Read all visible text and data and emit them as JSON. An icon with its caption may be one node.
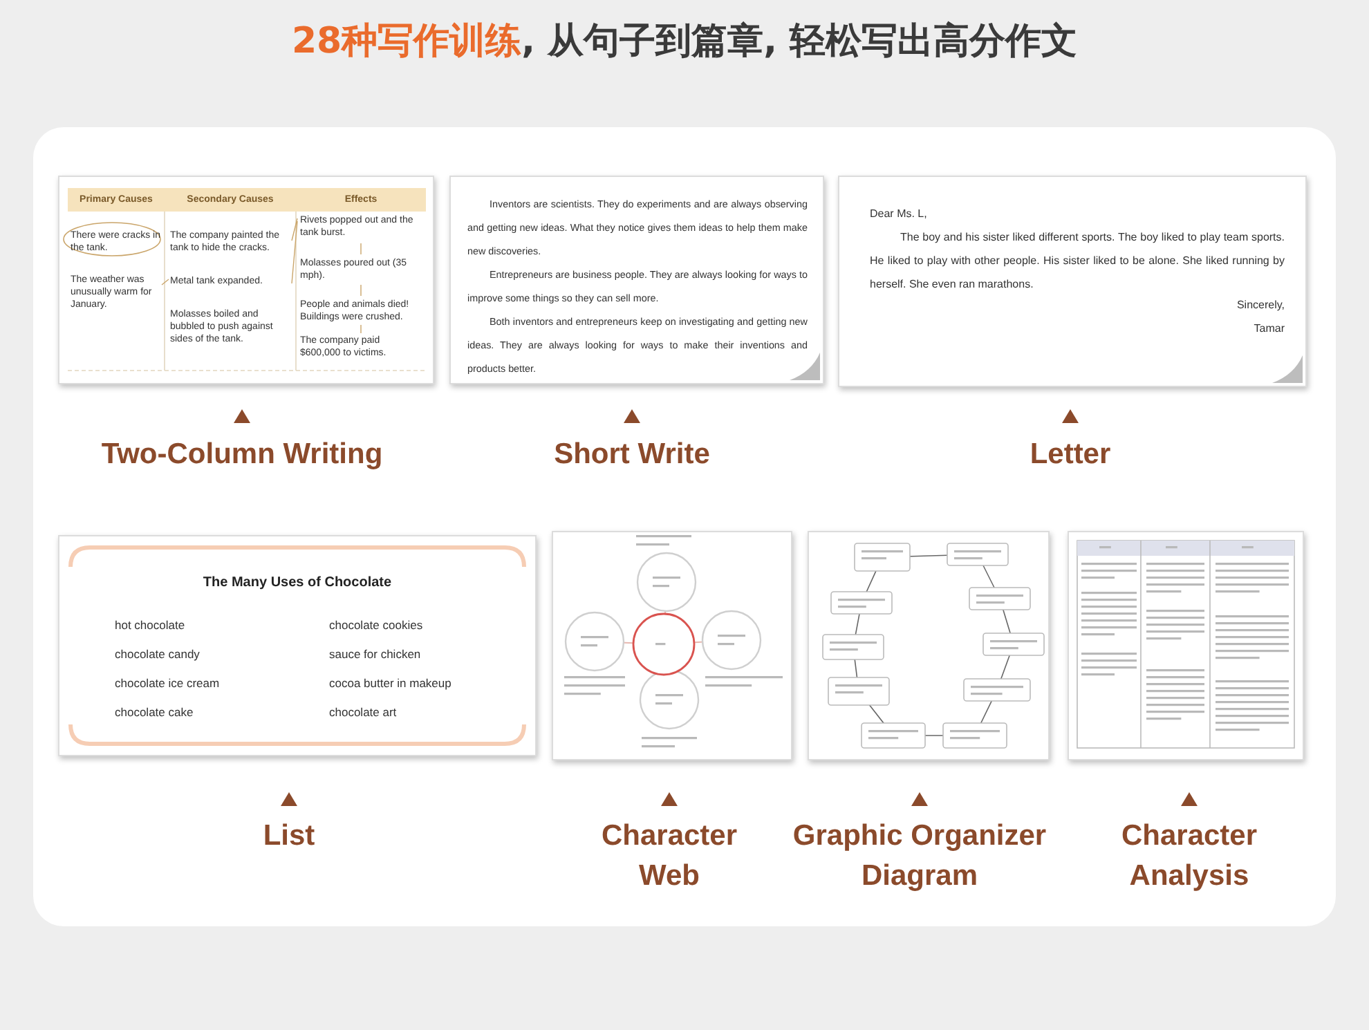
{
  "diagram": {
    "title": "**28种写作训练**, 从句子到篇章, 轻松写出高分作文",
    "nodes": [
      {
        "text": [
          "Primary Causes",
          "Secondary Causes",
          "Effects",
          "There were cracks in the tank.",
          "The weather was unusually warm for January.",
          "The company painted the tank to hide the cracks.",
          "Metal tank expanded.",
          "Molasses boiled and bubbled to push against sides of the tank.",
          "Rivets popped out and the tank burst.",
          "Molasses poured out (35 mph).",
          "People and animals died! Buildings were crushed.",
          "The company paid $600,000 to victims."
        ],
        "beside": [
          "Two-Column Writing"
        ]
      },
      {
        "text": [
          "Inventors are scientists. They do experiments and are always observing and getting new ideas. What they notice gives them ideas to help them make new discoveries.",
          "Entrepreneurs are business people. They are always looking for ways to improve some things so they can sell more.",
          "Both inventors and entrepreneurs keep on investigating and getting new ideas. They are always looking for ways to make their inventions and products better."
        ],
        "beside": [
          "Short Write"
        ]
      },
      {
        "text": [
          "Dear Ms. L,",
          "The boy and his sister liked different sports. The boy liked to play team sports. He liked to play with other people. His sister liked to be alone. She liked running by herself. She even ran marathons.",
          "Sincerely,",
          "Tamar"
        ],
        "beside": [
          "Letter"
        ]
      },
      {
        "text": [
          "The Many Uses of Chocolate",
          "hot chocolate",
          "chocolate cookies",
          "chocolate candy",
          "sauce for chicken",
          "chocolate ice cream",
          "cocoa butter in makeup",
          "chocolate cake",
          "chocolate art"
        ],
        "beside": [
          "List"
        ]
      },
      {
        "text": [],
        "shape": "picture",
        "beside": [
          "Character Web"
        ]
      },
      {
        "text": [],
        "shape": "picture",
        "beside": [
          "Graphic Organizer Diagram"
        ]
      },
      {
        "text": [],
        "shape": "picture",
        "beside": [
          "Character Analysis"
        ]
      }
    ]
  }
}
